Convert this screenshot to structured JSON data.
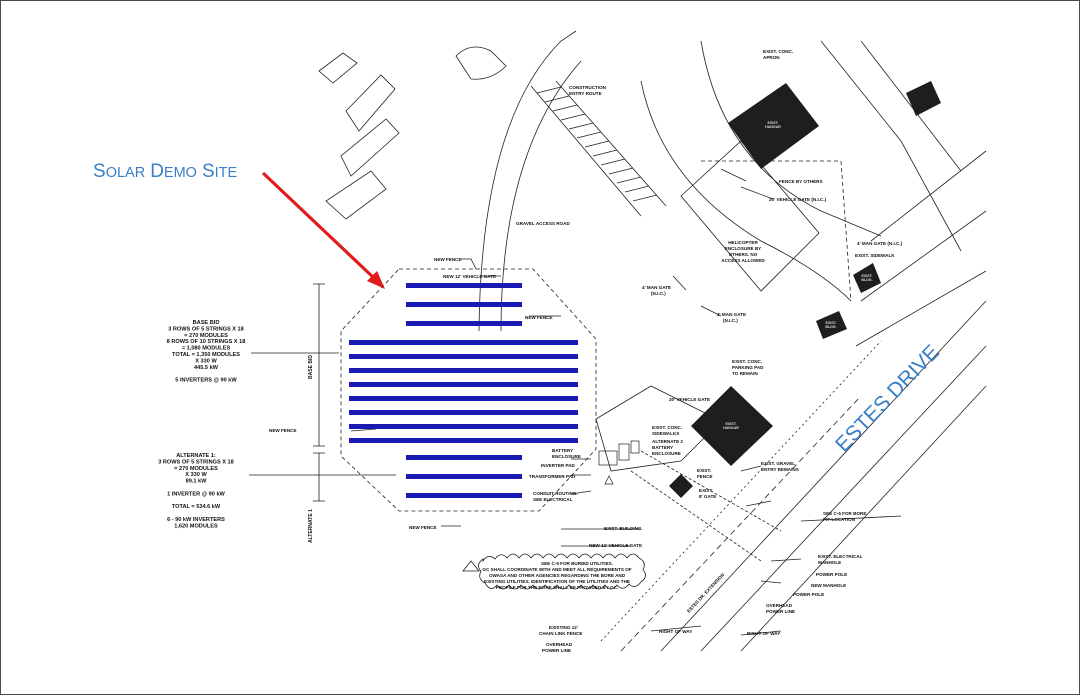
{
  "site_label": {
    "first": "S",
    "first_rest": "OLAR",
    "second": "D",
    "second_rest": "EMO",
    "third": "S",
    "third_rest": "ITE"
  },
  "road_label": "ESTES DRIVE",
  "solar_array": {
    "upper_row_count": 3,
    "lower_row_count": 8,
    "alternate_row_count": 3,
    "panel_color": "#1a1ab4"
  },
  "colors": {
    "arrow": "#e21b1b",
    "building": "#1e1e1e",
    "linework": "#222222",
    "site_text": "#3a7fc6"
  },
  "base_bid": {
    "lines": [
      "BASE BID",
      "3 ROWS OF 5 STRINGS X 18",
      "= 270 MODULES",
      "8 ROWS OF 10 STRINGS X 18",
      "= 1,080 MODULES",
      "TOTAL = 1,350 MODULES",
      "X 330 W",
      "445.5 kW",
      "",
      "5 INVERTERS @ 90 kW"
    ],
    "side_label": "BASE BID"
  },
  "alternate": {
    "lines": [
      "ALTERNATE 1:",
      "3 ROWS OF 5 STRINGS X 18",
      "= 270 MODULES",
      "X 330 W",
      "89.1 kW",
      "",
      "1 INVERTER @ 90 kW",
      "",
      "TOTAL = 534.6 kW",
      "",
      "6 - 90 kW INVERTERS",
      "1,620 MODULES"
    ],
    "side_label": "ALTERNATE 1"
  },
  "callouts": {
    "new_fence_top": "NEW FENCE",
    "vehicle_gate_top": "NEW 12' VEHICLE GATE",
    "new_fence_right": "NEW FENCE",
    "new_fence_left": "NEW FENCE",
    "new_fence_bottom": "NEW FENCE",
    "gravel_road": "GRAVEL ACCESS ROAD",
    "construction_entry": [
      "CONSTRUCTION",
      "ENTRY ROUTE"
    ],
    "exist_apron": [
      "EXIST. CONC.",
      "APRON"
    ],
    "fence_by_others": "FENCE BY OTHERS",
    "vehicle_gate_20_nic": "20' VEHICLE GATE (N.I.C.)",
    "helicopter": [
      "HELICOPTER",
      "ENCLOSURE BY",
      "OTHERS. NO",
      "ACCESS ALLOWED"
    ],
    "man_gate_4_a": [
      "4' MAN GATE",
      "(N.I.C.)"
    ],
    "man_gate_4_b": [
      "4' MAN GATE",
      "(N.I.C.)"
    ],
    "man_gate_nic_right": "4' MAN GATE (N.I.C.)",
    "exist_sidewalk_top": "EXIST. SIDEWALK",
    "exist_parking": [
      "EXIST. CONC.",
      "PARKING PAD",
      "TO REMAIN"
    ],
    "vehicle_gate_20": "20' VEHICLE GATE",
    "exist_sidewalk_mid": [
      "EXIST. CONC.",
      "SIDEWALKS"
    ],
    "alt_battery": [
      "ALTERNATE 2",
      "BATTERY",
      "ENCLOSURE"
    ],
    "battery_enclosure": [
      "BATTERY",
      "ENCLOSURE"
    ],
    "inverter_pad": "INVERTER PAD",
    "transformer_pad": "TRANSFORMER PAD",
    "conduit_routing": [
      "CONDUIT ROUTING.",
      "SEE ELECTRICAL"
    ],
    "exist_fence": [
      "EXIST.",
      "FENCE"
    ],
    "exist_gravel": [
      "EXIST. GRAVEL",
      "ENTRY REMAINS"
    ],
    "exist_gate": [
      "EXIST.",
      "8' GATE"
    ],
    "exist_building": "EXIST. BUILDING",
    "vehicle_gate_12_bottom": "NEW 12' VEHICLE GATE",
    "bore_note": [
      "SEE C-5 FOR BORE",
      "PIT LOCATION"
    ],
    "general_note": [
      "SEE C-5 FOR BURIED UTILITIES.",
      "GC SHALL COORDINATE WITH AND MEET ALL REQUIREMENTS OF",
      "OWASA AND OTHER AGENCIES REGARDING THE BORE AND",
      "EXISTING UTILITIES. IDENTIFICATION OF THE UTILITIES AND THE",
      "PROFILE FOR THE BORE SHALL BE PROVIDED BY GC."
    ],
    "exist_manhole": [
      "EXIST. ELECTRICAL",
      "MANHOLE"
    ],
    "power_pole_a": "POWER POLE",
    "new_manhole": "NEW MANHOLE",
    "power_pole_b": "POWER POLE",
    "overhead_right": [
      "OVERHEAD",
      "POWER LINE"
    ],
    "right_of_way_a": "RIGHT OF WAY",
    "right_of_way_b": "RIGHT OF WAY",
    "chain_link": [
      "EXISTING 12'",
      "CHAIN LINK FENCE"
    ],
    "overhead_left": [
      "OVERHEAD",
      "POWER LINE"
    ],
    "road_centerline": "ESTES DR. EXTENSION"
  },
  "buildings": {
    "hangar_top": [
      "EXIST.",
      "HANGAR"
    ],
    "bldg_a": [
      "EXIST.",
      "BLDG."
    ],
    "bldg_b": [
      "EXIST.",
      "BLDG."
    ],
    "hangar_mid": [
      "EXIST.",
      "HANGAR"
    ]
  }
}
